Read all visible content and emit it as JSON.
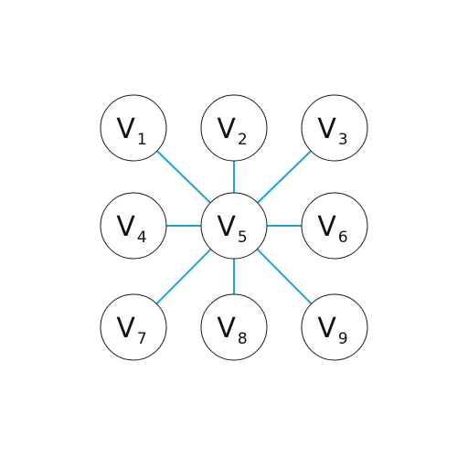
{
  "graph": {
    "edge_color": "#1aa5e0",
    "center": "v5",
    "nodes": [
      {
        "id": "v1",
        "letter": "V",
        "sub": "1"
      },
      {
        "id": "v2",
        "letter": "V",
        "sub": "2"
      },
      {
        "id": "v3",
        "letter": "V",
        "sub": "3"
      },
      {
        "id": "v4",
        "letter": "V",
        "sub": "4"
      },
      {
        "id": "v5",
        "letter": "V",
        "sub": "5"
      },
      {
        "id": "v6",
        "letter": "V",
        "sub": "6"
      },
      {
        "id": "v7",
        "letter": "V",
        "sub": "7"
      },
      {
        "id": "v8",
        "letter": "V",
        "sub": "8"
      },
      {
        "id": "v9",
        "letter": "V",
        "sub": "9"
      }
    ],
    "edges": [
      [
        "v5",
        "v1"
      ],
      [
        "v5",
        "v2"
      ],
      [
        "v5",
        "v3"
      ],
      [
        "v5",
        "v4"
      ],
      [
        "v5",
        "v6"
      ],
      [
        "v5",
        "v7"
      ],
      [
        "v5",
        "v8"
      ],
      [
        "v5",
        "v9"
      ]
    ]
  }
}
